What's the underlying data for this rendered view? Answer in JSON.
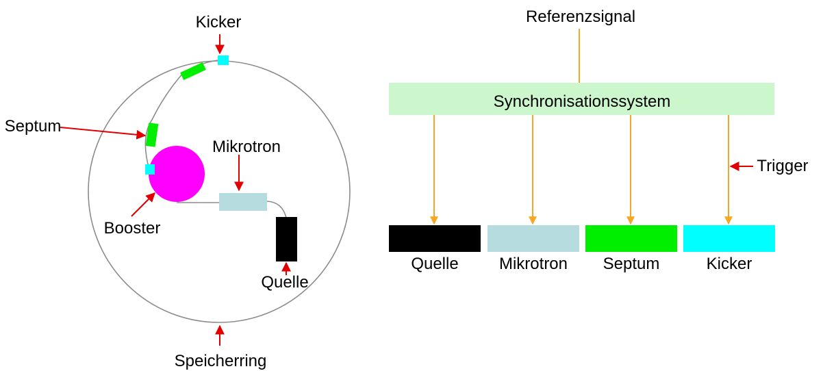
{
  "left_diagram": {
    "labels": {
      "kicker": "Kicker",
      "septum": "Septum",
      "mikrotron": "Mikrotron",
      "booster": "Booster",
      "quelle": "Quelle",
      "speicherring": "Speicherring"
    }
  },
  "right_diagram": {
    "reference_signal": "Referenzsignal",
    "sync_system": "Synchronisationssystem",
    "trigger": "Trigger",
    "devices": [
      {
        "label": "Quelle",
        "color": "#000000"
      },
      {
        "label": "Mikrotron",
        "color": "#b7dce0"
      },
      {
        "label": "Septum",
        "color": "#00ee00"
      },
      {
        "label": "Kicker",
        "color": "#00ffff"
      }
    ]
  },
  "colors": {
    "booster": "#ff00ff",
    "septum": "#00ee00",
    "kicker": "#00ffff",
    "mikrotron": "#b7dce0",
    "quelle": "#000000",
    "sync_box": "#ccf7cc",
    "signal_arrow": "#f5a623",
    "pointer_arrow": "#e00000",
    "ring": "#8c8c8c"
  }
}
